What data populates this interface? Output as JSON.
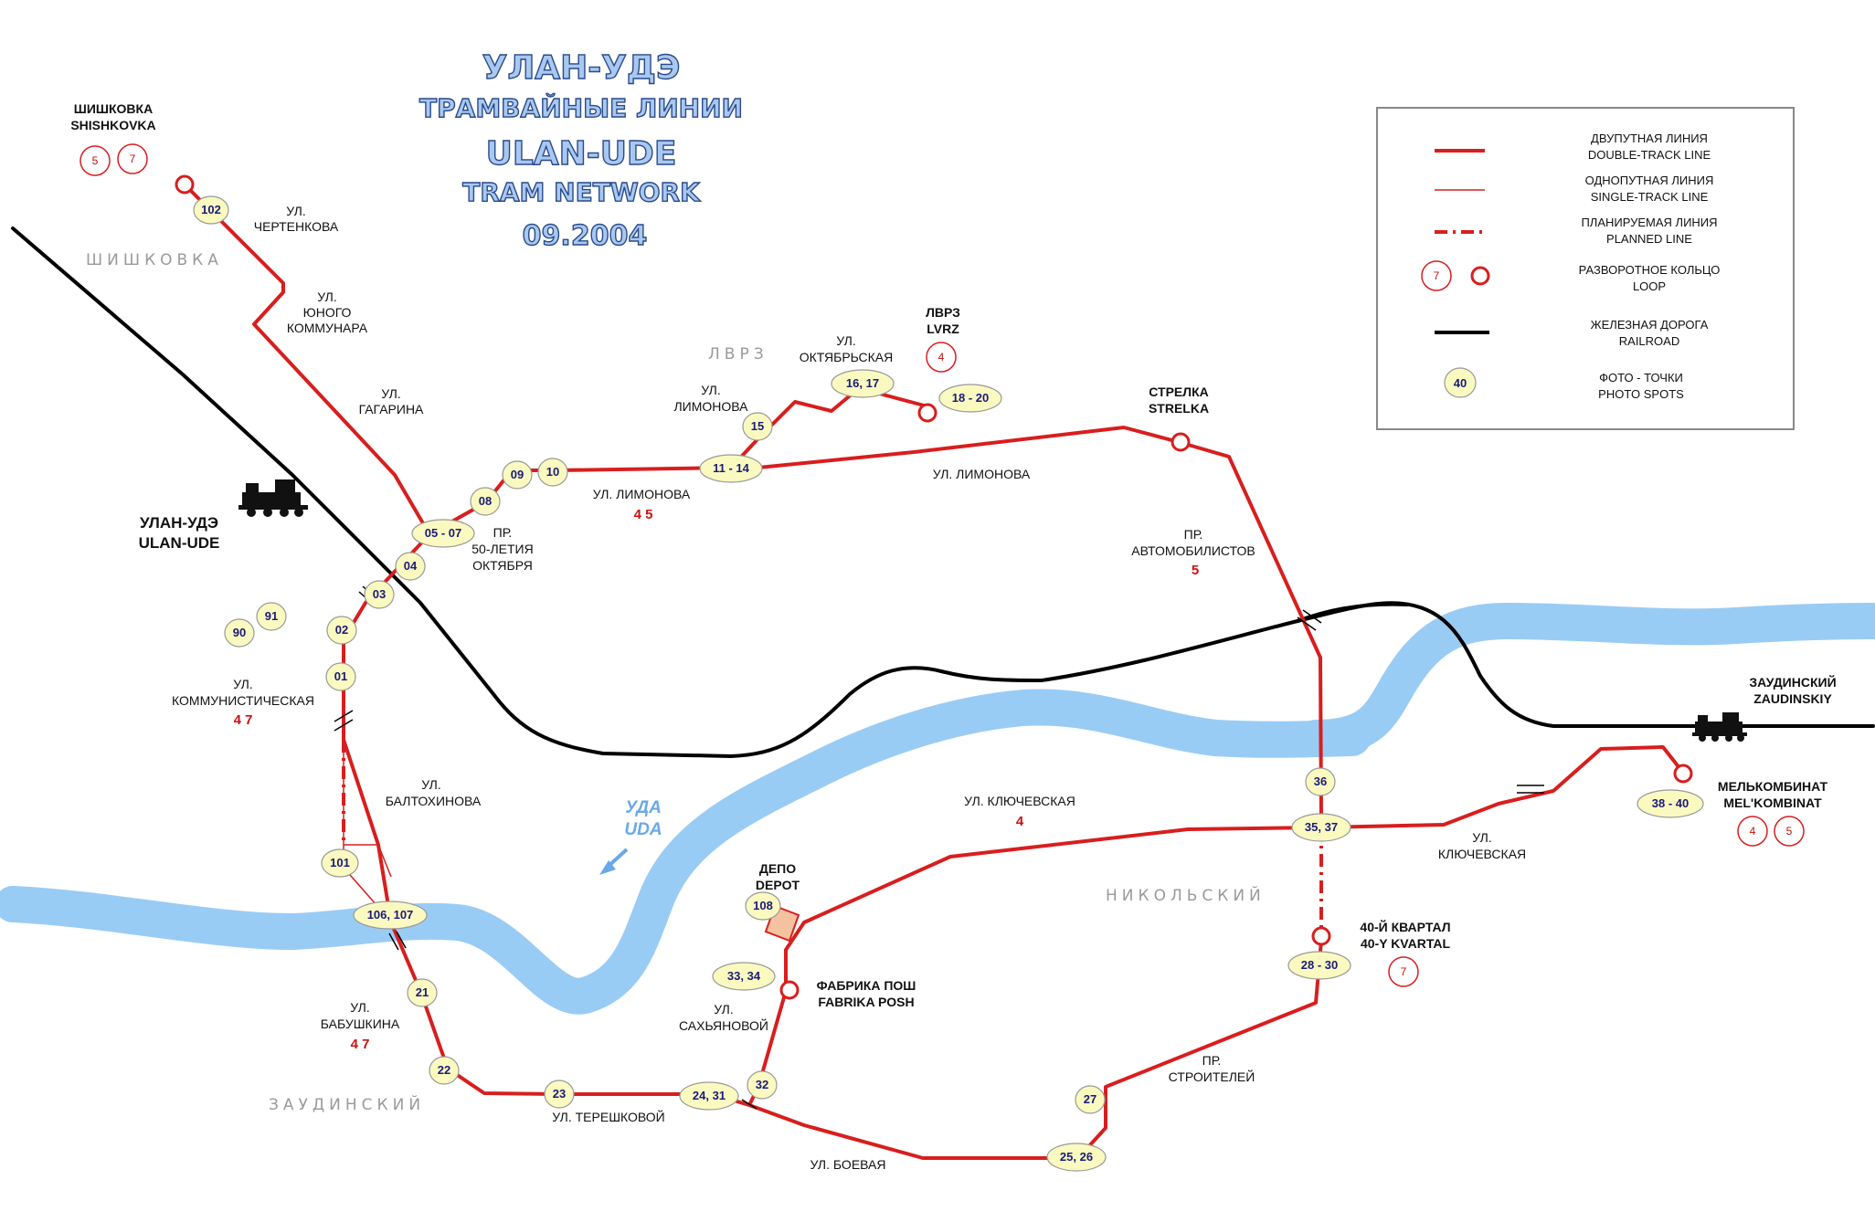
{
  "title": {
    "line1": "УЛАН-УДЭ",
    "line2": "ТРАМВАЙНЫЕ  ЛИНИИ",
    "line3": "ULAN-UDE",
    "line4": "TRAM NETWORK",
    "line5": "09.2004"
  },
  "legend": {
    "double_ru": "ДВУПУТНАЯ ЛИНИЯ",
    "double_en": "DOUBLE-TRACK LINE",
    "single_ru": "ОДНОПУТНАЯ ЛИНИЯ",
    "single_en": "SINGLE-TRACK LINE",
    "planned_ru": "ПЛАНИРУЕМАЯ ЛИНИЯ",
    "planned_en": "PLANNED LINE",
    "loop_ru": "РАЗВОРОТНОЕ КОЛЬЦО",
    "loop_en": "LOOP",
    "loop_sample": "7",
    "rail_ru": "ЖЕЛЕЗНАЯ ДОРОГА",
    "rail_en": "RAILROAD",
    "photo_ru": "ФОТО - ТОЧКИ",
    "photo_en": "PHOTO SPOTS",
    "photo_sample": "40"
  },
  "colors": {
    "tram": "#d81e1e",
    "rail": "#000000",
    "river": "#99ccf5",
    "spot_fill": "#fafac0",
    "depot": "#f5c2a0"
  },
  "icons": [
    "train-icon",
    "arrow-icon"
  ],
  "districts": {
    "shishkovka": "ШИШКОВКА",
    "lvrz": "ЛВРЗ",
    "nikolsky": "НИКОЛЬСКИЙ",
    "zaudinsky": "ЗАУДИНСКИЙ"
  },
  "places": {
    "shishkovka_ru": "ШИШКОВКА",
    "shishkovka_en": "SHISHKOVKA",
    "lvrz_ru": "ЛВРЗ",
    "lvrz_en": "LVRZ",
    "strelka_ru": "СТРЕЛКА",
    "strelka_en": "STRELKA",
    "ulanude_ru": "УЛАН-УДЭ",
    "ulanude_en": "ULAN-UDE",
    "zaudinskiy_ru": "ЗАУДИНСКИЙ",
    "zaudinskiy_en": "ZAUDINSKIY",
    "melkombinat_ru": "МЕЛЬКОМБИНАТ",
    "melkombinat_en": "MEL'KOMBINAT",
    "depot_ru": "ДЕПО",
    "depot_en": "DEPOT",
    "fabrika_ru": "ФАБРИКА ПОШ",
    "fabrika_en": "FABRIKA POSH",
    "kvartal_ru": "40-Й КВАРТАЛ",
    "kvartal_en": "40-Y KVARTAL",
    "uda_ru": "УДА",
    "uda_en": "UDA"
  },
  "streets": {
    "chertenkova_1": "УЛ.",
    "chertenkova_2": "ЧЕРТЕНКОВА",
    "yunogo_1": "УЛ.",
    "yunogo_2": "ЮНОГО",
    "yunogo_3": "КОММУНАРА",
    "gagarina_1": "УЛ.",
    "gagarina_2": "ГАГАРИНА",
    "oktyabrskaya_1": "УЛ.",
    "oktyabrskaya_2": "ОКТЯБРЬСКАЯ",
    "limonova_a_1": "УЛ.",
    "limonova_a_2": "ЛИМОНОВА",
    "limonova_b": "УЛ. ЛИМОНОВА",
    "limonova_c": "УЛ. ЛИМОНОВА",
    "pr50_1": "ПР.",
    "pr50_2": "50-ЛЕТИЯ",
    "pr50_3": "ОКТЯБРЯ",
    "avto_1": "ПР.",
    "avto_2": "АВТОМОБИЛИСТОВ",
    "kommun_1": "УЛ.",
    "kommun_2": "КОММУНИСТИЧЕСКАЯ",
    "baltokh_1": "УЛ.",
    "baltokh_2": "БАЛТОХИНОВА",
    "klyuch_a": "УЛ. КЛЮЧЕВСКАЯ",
    "klyuch_b_1": "УЛ.",
    "klyuch_b_2": "КЛЮЧЕВСКАЯ",
    "babush_1": "УЛ.",
    "babush_2": "БАБУШКИНА",
    "sakh_1": "УЛ.",
    "sakh_2": "САХЬЯНОВОЙ",
    "tereshk": "УЛ. ТЕРЕШКОВОЙ",
    "boevaya": "УЛ. БОЕВАЯ",
    "stroit_1": "ПР.",
    "stroit_2": "СТРОИТЕЛЕЙ"
  },
  "route_labels": {
    "limonova": "4  5",
    "avto": "5",
    "kommun": "4   7",
    "klyuch": "4",
    "babush": "4   7"
  },
  "loops": {
    "shishkovka_a": "5",
    "shishkovka_b": "7",
    "lvrz": "4",
    "kvartal": "7",
    "melk_a": "4",
    "melk_b": "5"
  },
  "spots": {
    "s102": "102",
    "s0507": "05 - 07",
    "s08": "08",
    "s09": "09",
    "s10": "10",
    "s04": "04",
    "s03": "03",
    "s02": "02",
    "s01": "01",
    "s90": "90",
    "s91": "91",
    "s1114": "11 - 14",
    "s15": "15",
    "s1617": "16, 17",
    "s1820": "18 - 20",
    "s101": "101",
    "s106": "106, 107",
    "s21": "21",
    "s22": "22",
    "s23": "23",
    "s2431": "24, 31",
    "s32": "32",
    "s3334": "33, 34",
    "s108": "108",
    "s36": "36",
    "s3537": "35, 37",
    "s2830": "28 - 30",
    "s27": "27",
    "s2526": "25, 26",
    "s3840": "38 - 40"
  }
}
